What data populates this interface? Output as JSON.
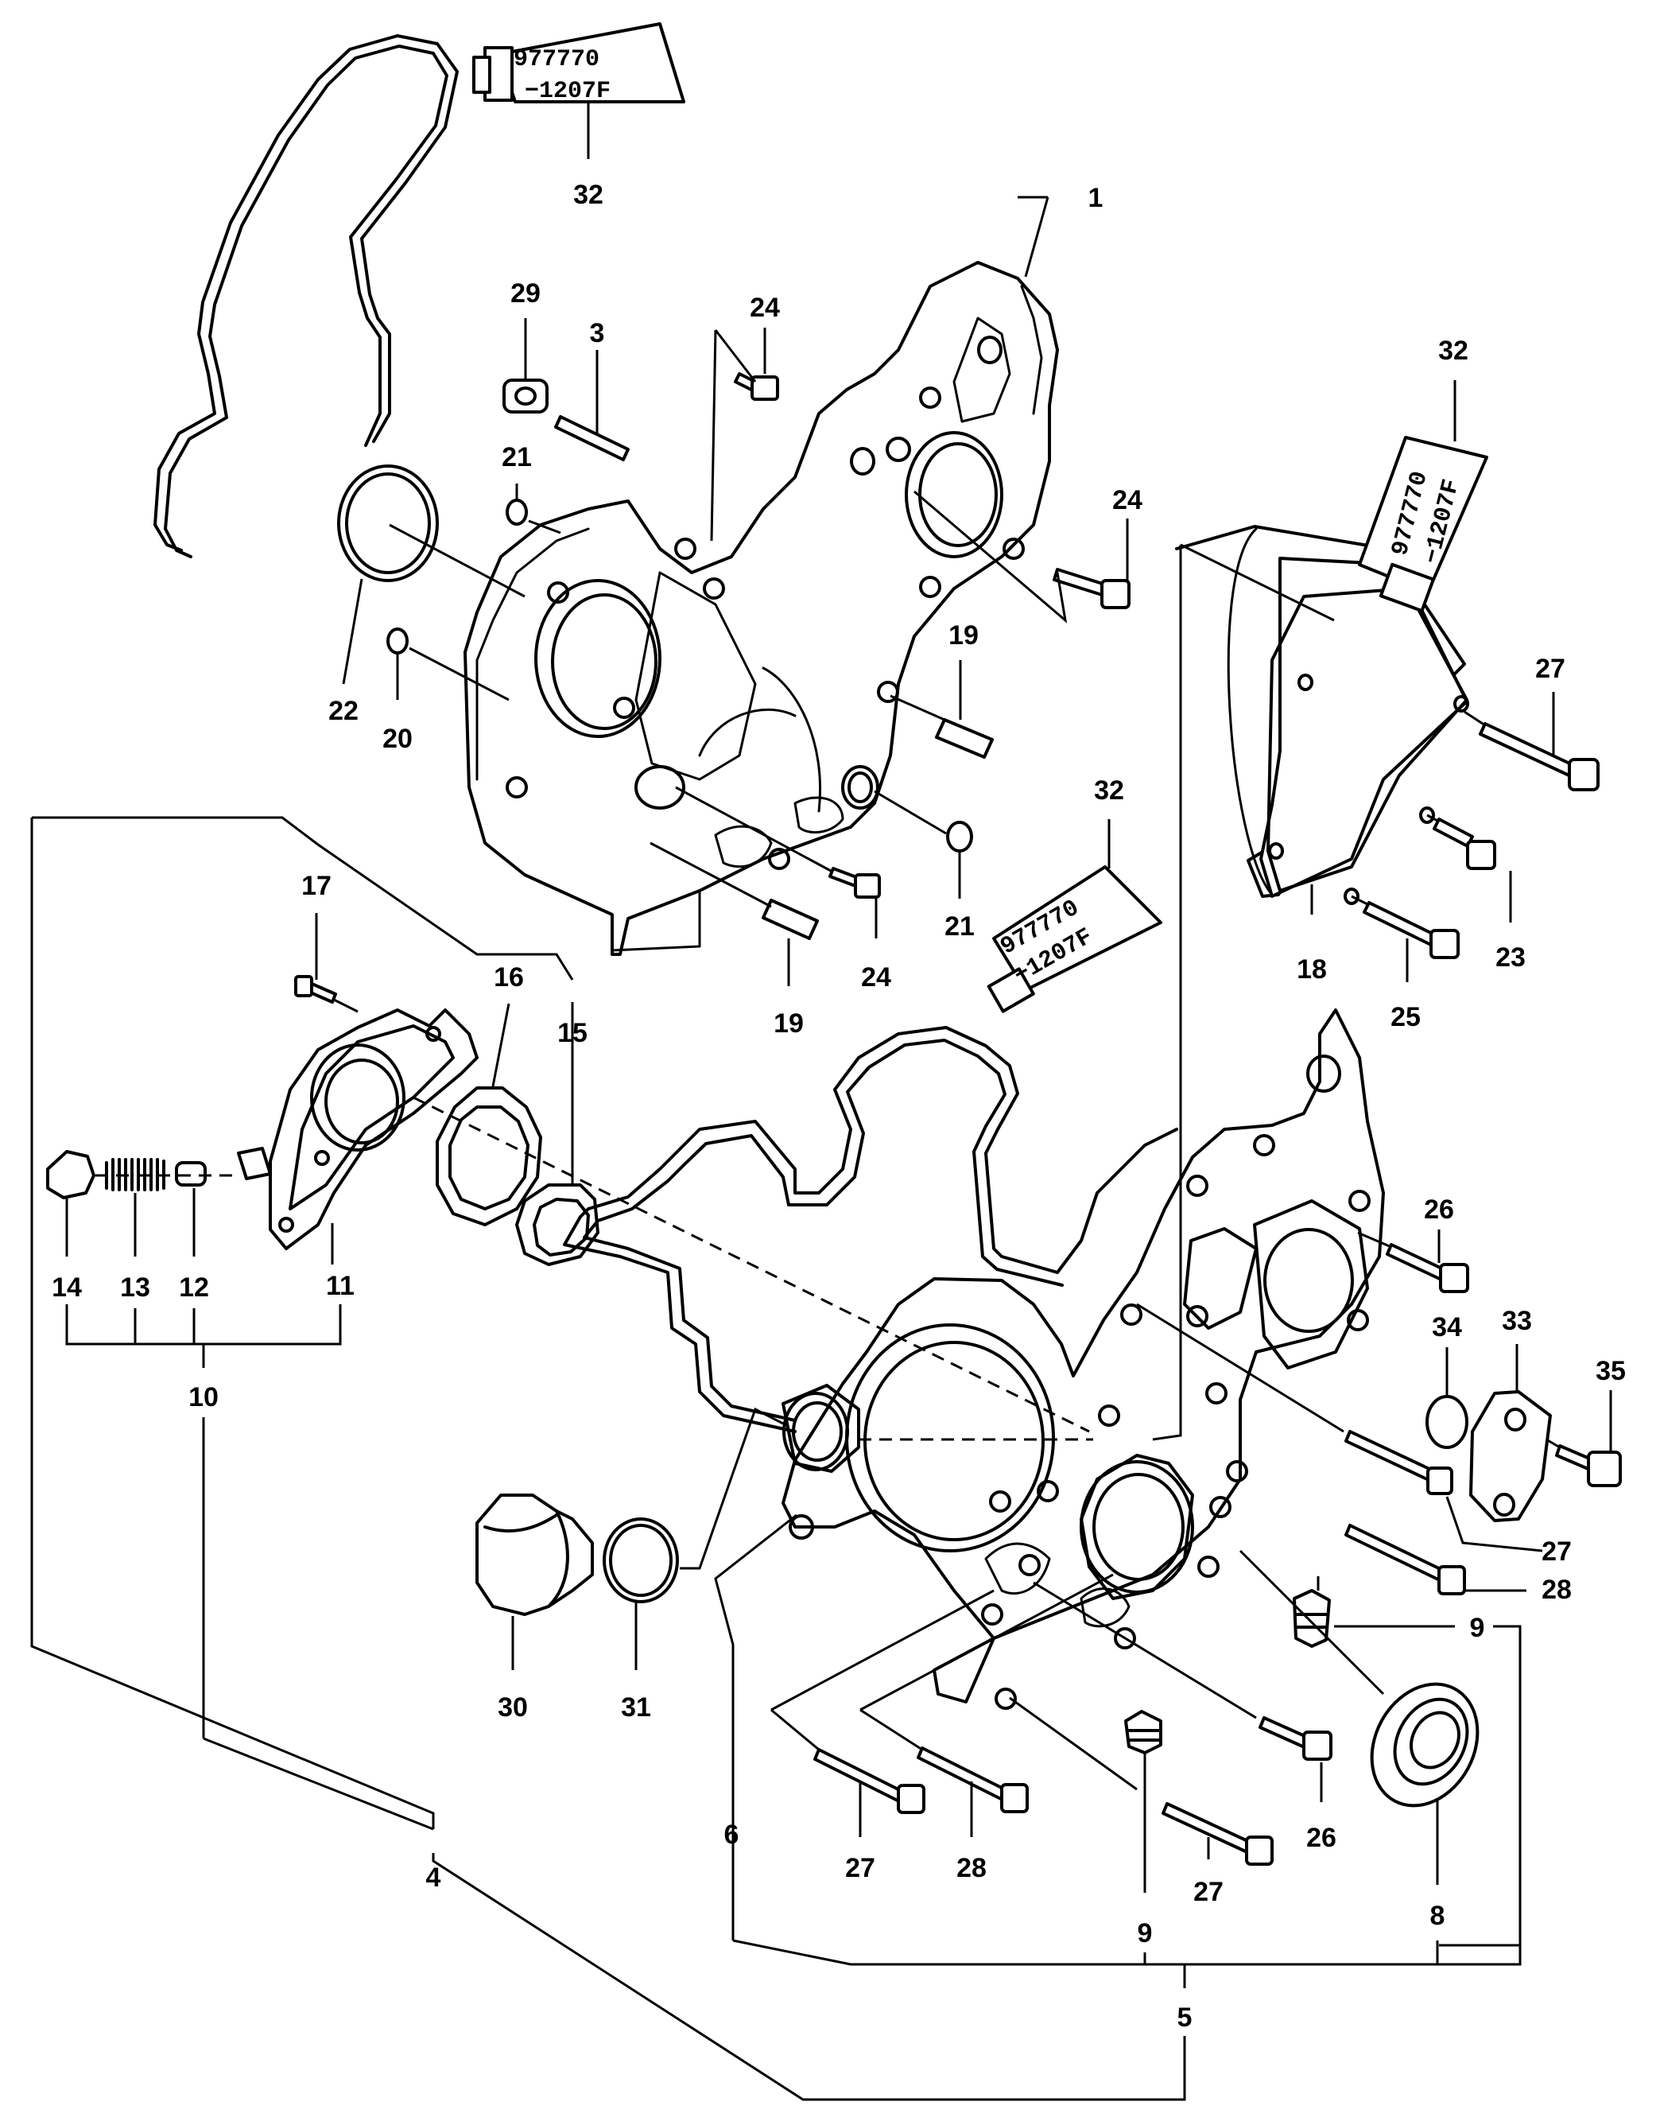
{
  "callouts": {
    "c1": "1",
    "c3": "3",
    "c4": "4",
    "c5": "5",
    "c6": "6",
    "c8": "8",
    "c9a": "9",
    "c9b": "9",
    "c10": "10",
    "c11": "11",
    "c12": "12",
    "c13": "13",
    "c14": "14",
    "c15": "15",
    "c16": "16",
    "c17": "17",
    "c18": "18",
    "c19a": "19",
    "c19b": "19",
    "c20": "20",
    "c21a": "21",
    "c21b": "21",
    "c22": "22",
    "c23": "23",
    "c24a": "24",
    "c24b": "24",
    "c24c": "24",
    "c25": "25",
    "c26a": "26",
    "c26b": "26",
    "c27a": "27",
    "c27b": "27",
    "c27c": "27",
    "c27d": "27",
    "c28a": "28",
    "c28b": "28",
    "c29": "29",
    "c30": "30",
    "c31": "31",
    "c32a": "32",
    "c32b": "32",
    "c32c": "32",
    "c33": "33",
    "c34": "34",
    "c35": "35"
  },
  "sealant_tubes": {
    "top_left": {
      "line1": "977770",
      "line2": "−1207F"
    },
    "right": {
      "line1": "977770",
      "line2": "−1207F"
    },
    "center": {
      "line1": "977770",
      "line2": "−1207F"
    }
  }
}
